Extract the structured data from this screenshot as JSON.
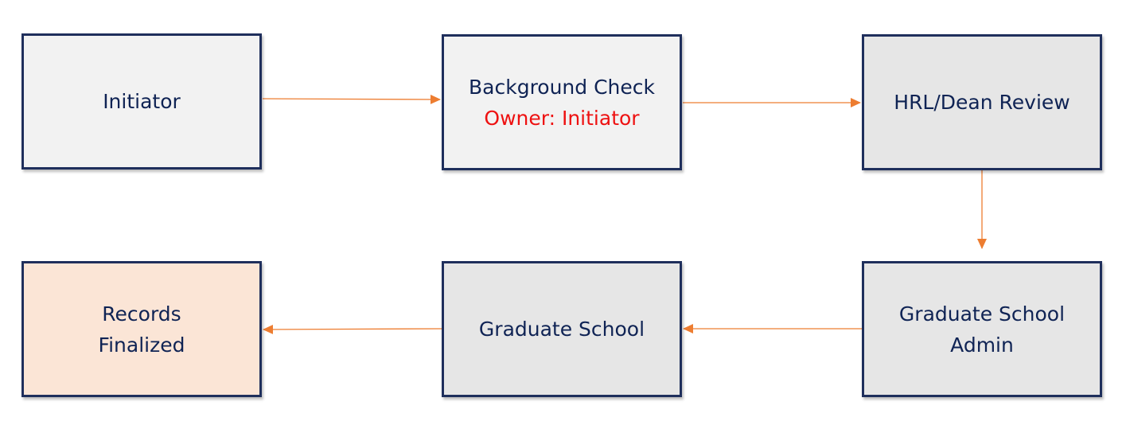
{
  "diagram": {
    "colors": {
      "border": "#1f2f5c",
      "text": "#0f2354",
      "owner_text": "#ee1111",
      "arrow": "#ed7d31",
      "fill_light": "#f2f2f2",
      "fill_gray": "#e6e6e6",
      "fill_final": "#fbe5d6"
    },
    "nodes": {
      "initiator": {
        "lines": [
          "Initiator"
        ],
        "fill": "#f2f2f2"
      },
      "background_check": {
        "lines": [
          "Background Check"
        ],
        "owner": "Owner: Initiator",
        "fill": "#f2f2f2"
      },
      "hrl_dean_review": {
        "lines": [
          "HRL/Dean Review"
        ],
        "fill": "#e6e6e6"
      },
      "graduate_school_admin": {
        "lines": [
          "Graduate School",
          "Admin"
        ],
        "fill": "#e6e6e6"
      },
      "graduate_school": {
        "lines": [
          "Graduate School"
        ],
        "fill": "#e6e6e6"
      },
      "records_finalized": {
        "lines": [
          "Records",
          "Finalized"
        ],
        "fill": "#fbe5d6"
      }
    },
    "edges": [
      {
        "from": "initiator",
        "to": "background_check"
      },
      {
        "from": "background_check",
        "to": "hrl_dean_review"
      },
      {
        "from": "hrl_dean_review",
        "to": "graduate_school_admin"
      },
      {
        "from": "graduate_school_admin",
        "to": "graduate_school"
      },
      {
        "from": "graduate_school",
        "to": "records_finalized"
      }
    ]
  }
}
